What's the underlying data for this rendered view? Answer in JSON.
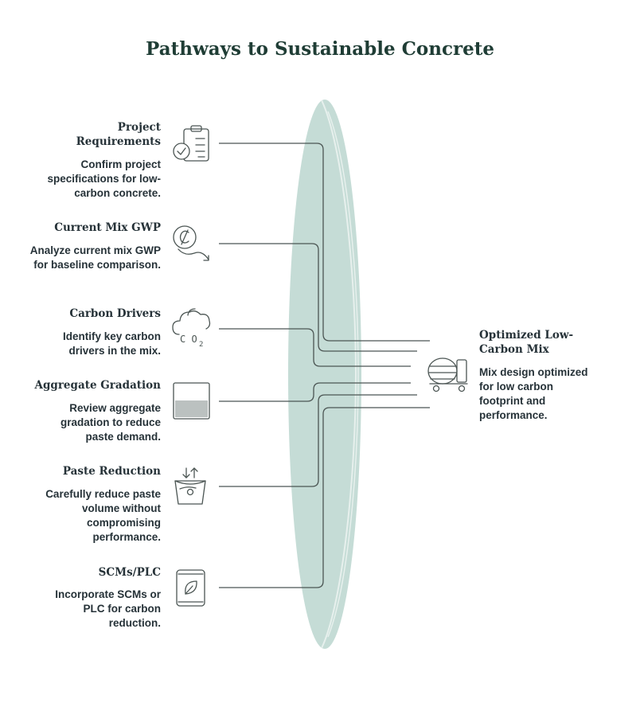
{
  "title": "Pathways to Sustainable Concrete",
  "steps": [
    {
      "heading": "Project\nRequirements",
      "description": "Confirm project specifications for low-carbon concrete.",
      "icon": "clipboard-check-icon"
    },
    {
      "heading": "Current Mix GWP",
      "description": "Analyze current mix GWP for baseline comparison.",
      "icon": "carbon-trend-icon"
    },
    {
      "heading": "Carbon Drivers",
      "description": "Identify key carbon drivers in the mix.",
      "icon": "co2-cloud-icon"
    },
    {
      "heading": "Aggregate Gradation",
      "description": "Review aggregate gradation to reduce paste demand.",
      "icon": "aggregate-box-icon"
    },
    {
      "heading": "Paste Reduction",
      "description": "Carefully reduce paste volume without compromising performance.",
      "icon": "paste-bucket-icon"
    },
    {
      "heading": "SCMs/PLC",
      "description": "Incorporate SCMs or PLC for carbon reduction.",
      "icon": "material-bag-icon"
    }
  ],
  "outcome": {
    "heading": "Optimized Low-Carbon Mix",
    "description": "Mix design optimized for low carbon footprint and performance.",
    "icon": "concrete-mixer-icon"
  },
  "colors": {
    "lens": "#c5dcd6",
    "lens_edge": "#e7f0ed",
    "line": "#4b5553",
    "title": "#1f3d35",
    "text": "#263238"
  }
}
